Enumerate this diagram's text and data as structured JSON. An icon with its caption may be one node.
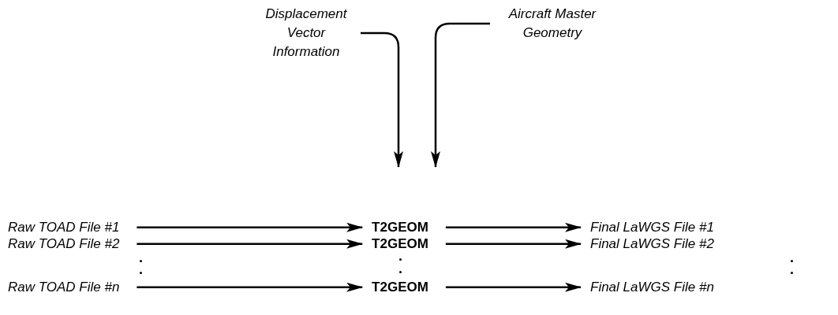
{
  "diagram": {
    "nodes": [
      {
        "text": [
          "Displacement Vector Information"
        ]
      },
      {
        "text": [
          "Aircraft Master Geometry"
        ]
      },
      {
        "text": [
          "Raw TOAD File #1"
        ]
      },
      {
        "text": [
          "T2GEOM"
        ]
      },
      {
        "text": [
          "Final LaWGS File #1"
        ]
      },
      {
        "text": [
          "Raw TOAD File #2"
        ]
      },
      {
        "text": [
          "T2GEOM"
        ]
      },
      {
        "text": [
          "Final LaWGS File #2"
        ]
      },
      {
        "text": [
          "Raw TOAD File #n"
        ]
      },
      {
        "text": [
          "T2GEOM"
        ]
      },
      {
        "text": [
          "Final LaWGS File #n"
        ]
      }
    ],
    "edges": [
      {
        "from": 0,
        "to": 3,
        "arrow": "to"
      },
      {
        "from": 1,
        "to": 3,
        "arrow": "to"
      },
      {
        "from": 2,
        "to": 3,
        "arrow": "to"
      },
      {
        "from": 3,
        "to": 4,
        "arrow": "to"
      },
      {
        "from": 5,
        "to": 6,
        "arrow": "to"
      },
      {
        "from": 6,
        "to": 7,
        "arrow": "to"
      },
      {
        "from": 8,
        "to": 9,
        "arrow": "to"
      },
      {
        "from": 9,
        "to": 10,
        "arrow": "to"
      }
    ]
  }
}
